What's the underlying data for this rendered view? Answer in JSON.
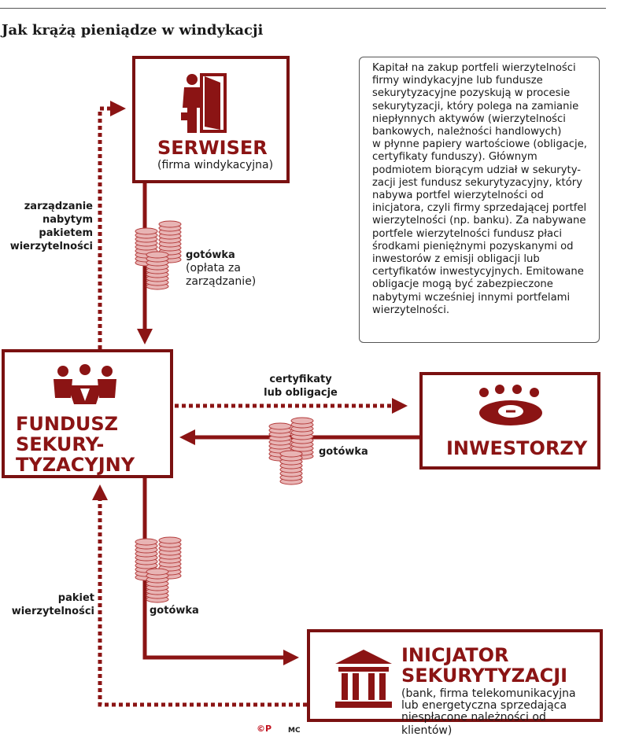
{
  "title": "Jak krążą pieniądze w windykacji",
  "nodes": {
    "serwiser": {
      "name": "SERWISER",
      "sub": "(firma windykacyjna)"
    },
    "fundusz": {
      "lines": [
        "FUNDUSZ",
        "SEKURY-",
        "TYZACYJNY"
      ]
    },
    "inwestorzy": {
      "name": "INWESTORZY"
    },
    "inicjator": {
      "lines": [
        "INICJATOR",
        "SEKURYTYZACJI"
      ],
      "sub_lines": [
        "(bank, firma telekomunikacyjna",
        "lub energetyczna sprzedająca",
        "niespłacone należności od klientów)"
      ]
    }
  },
  "edges": {
    "zarzadzanie": [
      "zarządzanie",
      "nabytym",
      "pakietem",
      "wierzytelności"
    ],
    "gotowka_top": {
      "bold": "gotówka",
      "rest": [
        "(opłata za",
        "zarządzanie)"
      ]
    },
    "certyfikaty": [
      "certyfikaty",
      "lub obligacje"
    ],
    "gotowka_mid": "gotówka",
    "gotowka_bottom": "gotówka",
    "pakiet": [
      "pakiet",
      "wierzytelności"
    ]
  },
  "info_lines": [
    "Kapitał na zakup portfeli wierzytelności",
    "firmy windykacyjne lub fundusze",
    "sekurytyzacyjne pozyskują w procesie",
    "sekurytyzacji, który polega na zamianie",
    "niepłynnych aktywów (wierzytelności",
    "bankowych, należności handlowych)",
    "w płynne papiery wartościowe (obligacje,",
    "certyfikaty funduszy). Głównym",
    "podmiotem biorącym udział w sekuryty-",
    "zacji jest fundusz sekurytyzacyjny, który",
    "nabywa portfel wierzytelności od",
    "inicjatora, czyli firmy sprzedającej portfel",
    "wierzytelności (np. banku). Za nabywane",
    "portfele wierzytelności fundusz płaci",
    "środkami pieniężnymi pozyskanymi od",
    "inwestorów z emisji obligacji lub",
    "certyfikatów inwestycyjnych. Emitowane",
    "obligacje mogą być zabezpieczone",
    "nabytymi wcześniej innymi portfelami",
    "wierzytelności."
  ],
  "footer": {
    "logo": "©P",
    "credit": "MC"
  },
  "colors": {
    "accent": "#8b1414",
    "border": "#7a1111",
    "coin": "#e8b4b4"
  }
}
